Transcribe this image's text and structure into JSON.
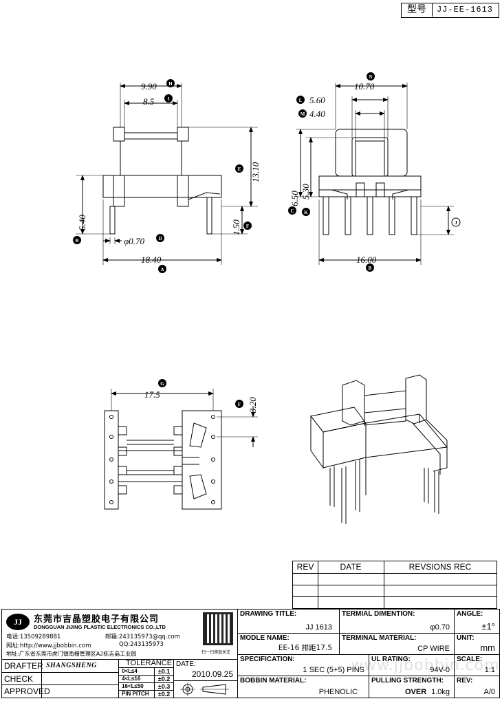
{
  "header": {
    "type_label": "型号",
    "model": "JJ-EE-1613"
  },
  "dims": {
    "front": {
      "w990": "9.90",
      "w85": "8.5",
      "h1310": "13.10",
      "h540": "5.40",
      "h150": "1.50",
      "pin": "φ0.70",
      "w1840": "18.40",
      "tags": {
        "w990": "H",
        "w85": "I",
        "h1310": "E",
        "h540": "B",
        "h150": "F",
        "pin": "D",
        "w1840": "A"
      }
    },
    "side": {
      "w1070": "10.70",
      "w560": "5.60",
      "w440": "4.40",
      "h650": "6.50",
      "h530": "5.30",
      "w1600": "16.00",
      "tags": {
        "w1070": "N",
        "w560": "L",
        "w440": "M",
        "h650": "C",
        "h530": "K",
        "w1600": "B",
        "j": "J"
      }
    },
    "bottom": {
      "w175": "17.5",
      "h320": "3.20",
      "tags": {
        "w175": "G",
        "h320": "F"
      }
    }
  },
  "revisions": {
    "headers": [
      "REV",
      "DATE",
      "REVSIONS REC"
    ]
  },
  "company": {
    "logo": "JJ",
    "name_cn": "东莞市吉晶塑胶电子有限公司",
    "name_en": "DONGGUAN JIJING PLASTIC ELECTRONICS CO.,LTD",
    "phone": "电话:13509289881",
    "email": "邮箱:243135973@qq.com",
    "web": "网址:http://www.jjbobbin.com",
    "qq": "QQ:243135973",
    "address": "地址:广东省东莞市虎门镇南栅管理区A2栋吉晶工业园",
    "qr_caption": "扫一扫添加关注"
  },
  "title_block": {
    "drawing_title_label": "DRAWING TITLE:",
    "drawing_title": "JJ  1613",
    "terminal_dim_label": "TERMIAL DIMENTION:",
    "terminal_dim": "φ0.70",
    "angle_label": "ANGLE:",
    "angle": "±1°",
    "model_label": "MODLE NAME:",
    "model": "EE-16 排距17.5",
    "terminal_material_label": "TERMINAL MATERIAL:",
    "terminal_material": "CP WIRE",
    "unit_label": "UNIT:",
    "unit": "mm",
    "spec_label": "SPECIFICATION:",
    "spec": "1 SEC (5+5) PINS",
    "ul_label": "UL RATING:",
    "ul": "94V-0",
    "scale_label": "SCALE:",
    "scale": "1:1",
    "bobbin_label": "BOBBIN  MATERIAL:",
    "bobbin": "PHENOLIC",
    "pulling_label": "PULLING STRENGTH:",
    "pulling_over": "OVER",
    "pulling_val": "1.0kg",
    "rev_label": "REV:",
    "rev": "A/0",
    "drafter_label": "DRAFTER",
    "drafter": "SHANGSHENG",
    "check_label": "CHECK",
    "approved_label": "APPROVED",
    "tolerance_label": "TOLERANCE",
    "tolerances": [
      [
        "0<L≤4",
        "±0.1"
      ],
      [
        "4<L≤16",
        "±0.2"
      ],
      [
        "16<L≤50",
        "±0.3"
      ],
      [
        "PIN PITCH",
        "±0.2"
      ]
    ],
    "date_label": "DATE:",
    "date": "2010.09.25"
  },
  "watermark": "www.jjbobbin.com"
}
